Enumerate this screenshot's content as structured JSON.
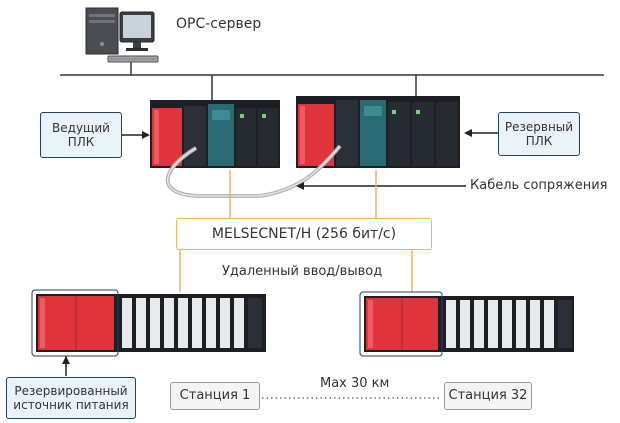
{
  "labels": {
    "opc_server": "OPC-сервер",
    "master_plc": "Ведущий\nПЛК",
    "backup_plc": "Резервный\nПЛК",
    "interface_cable": "Кабель сопряжения",
    "network": "MELSECNET/H (256 бит/с)",
    "remote_io": "Удаленный ввод/вывод",
    "redundant_power": "Резервированный\nисточник питания",
    "station_1": "Станция 1",
    "station_32": "Станция 32",
    "max_distance": "Max 30 км"
  },
  "colors": {
    "plc_red": "#e0343c",
    "plc_dark": "#1c1f24",
    "module_green": "#2a6a73",
    "bus_line": "#333333",
    "orange_line": "#f0b060",
    "cable": "#b5b9bb"
  }
}
